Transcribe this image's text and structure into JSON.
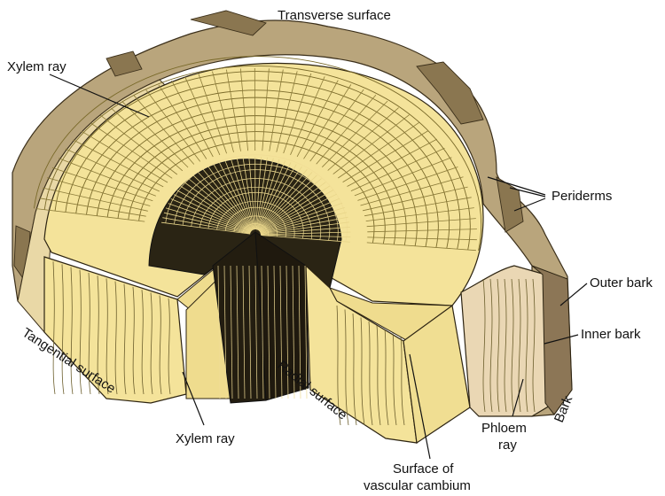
{
  "labels": {
    "transverse_surface": "Transverse surface",
    "xylem_ray_top": "Xylem ray",
    "periderms": "Periderms",
    "outer_bark": "Outer bark",
    "inner_bark": "Inner bark",
    "bark": "Bark",
    "tangential_surface": "Tangential surface",
    "radial_surface": "Radial surface",
    "xylem_ray_bottom": "Xylem ray",
    "phloem_ray_line1": "Phloem",
    "phloem_ray_line2": "ray",
    "cambium_line1": "Surface of",
    "cambium_line2": "vascular cambium"
  },
  "colors": {
    "wood_face": "#f4e39a",
    "wood_side": "#efdc8e",
    "heartwood": "#2a2414",
    "bark_outer": "#b9a57c",
    "bark_inner": "#ead7b4",
    "line": "#111111"
  }
}
